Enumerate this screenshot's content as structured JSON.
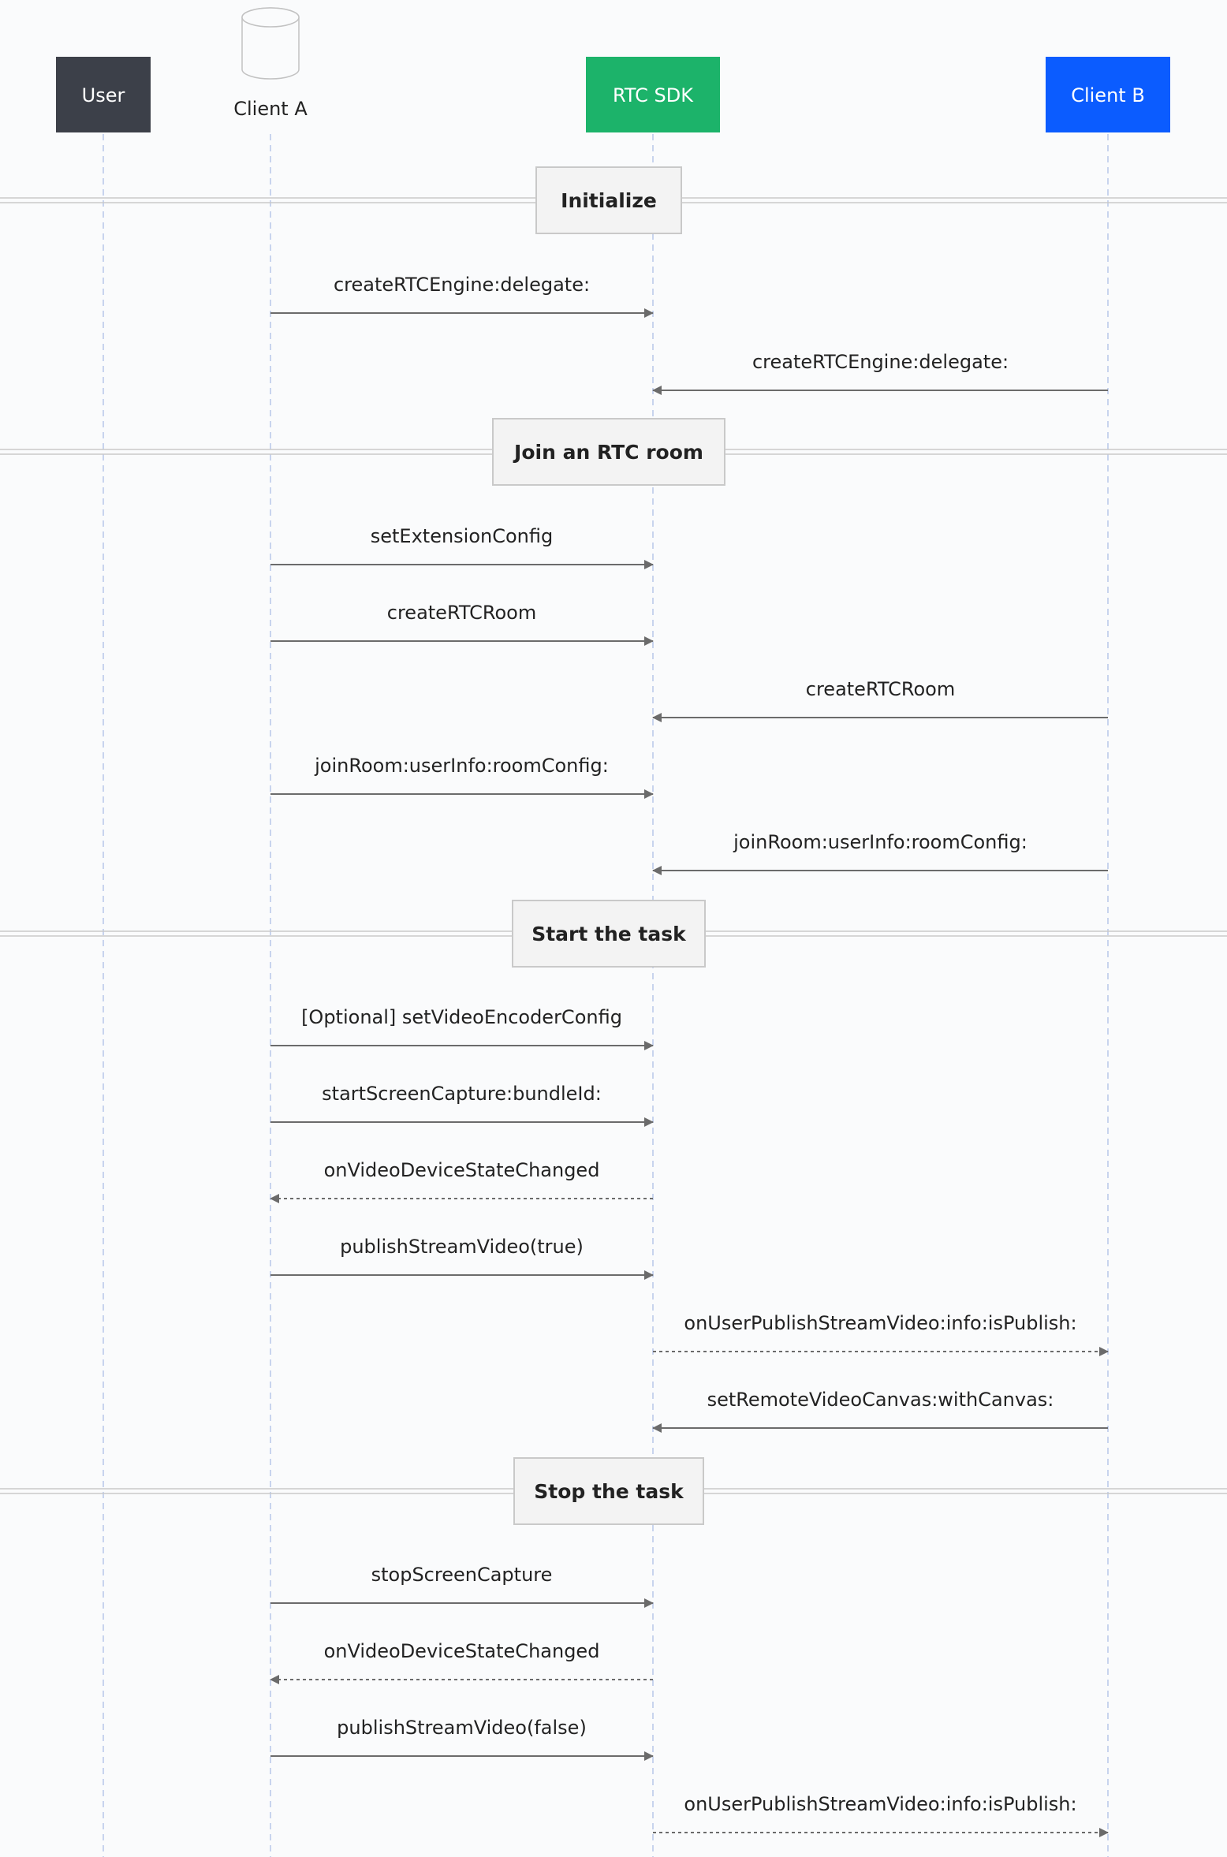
{
  "colors": {
    "user": "#3c4049",
    "rtc_sdk": "#1cb36a",
    "client_b": "#0b5cff",
    "arrow": "#6b6b6b",
    "lifeline": "#b8c7ea",
    "section_fill": "#f3f3f3",
    "section_border": "#c9c9c9"
  },
  "participants": [
    {
      "id": "user",
      "label": "User",
      "style": "box"
    },
    {
      "id": "clientA",
      "label": "Client A",
      "style": "database"
    },
    {
      "id": "sdk",
      "label": "RTC SDK",
      "style": "box"
    },
    {
      "id": "clientB",
      "label": "Client B",
      "style": "box"
    }
  ],
  "steps": [
    {
      "kind": "section",
      "label": "Initialize"
    },
    {
      "kind": "message",
      "label": "createRTCEngine:delegate:",
      "from": "clientA",
      "to": "sdk",
      "dashed": false
    },
    {
      "kind": "message",
      "label": "createRTCEngine:delegate:",
      "from": "clientB",
      "to": "sdk",
      "dashed": false
    },
    {
      "kind": "section",
      "label": "Join an RTC room"
    },
    {
      "kind": "message",
      "label": "setExtensionConfig",
      "from": "clientA",
      "to": "sdk",
      "dashed": false
    },
    {
      "kind": "message",
      "label": "createRTCRoom",
      "from": "clientA",
      "to": "sdk",
      "dashed": false
    },
    {
      "kind": "message",
      "label": "createRTCRoom",
      "from": "clientB",
      "to": "sdk",
      "dashed": false
    },
    {
      "kind": "message",
      "label": "joinRoom:userInfo:roomConfig:",
      "from": "clientA",
      "to": "sdk",
      "dashed": false
    },
    {
      "kind": "message",
      "label": "joinRoom:userInfo:roomConfig:",
      "from": "clientB",
      "to": "sdk",
      "dashed": false
    },
    {
      "kind": "section",
      "label": "Start the task"
    },
    {
      "kind": "message",
      "label": "[Optional] setVideoEncoderConfig",
      "from": "clientA",
      "to": "sdk",
      "dashed": false
    },
    {
      "kind": "message",
      "label": "startScreenCapture:bundleId:",
      "from": "clientA",
      "to": "sdk",
      "dashed": false
    },
    {
      "kind": "message",
      "label": "onVideoDeviceStateChanged",
      "from": "sdk",
      "to": "clientA",
      "dashed": true
    },
    {
      "kind": "message",
      "label": "publishStreamVideo(true)",
      "from": "clientA",
      "to": "sdk",
      "dashed": false
    },
    {
      "kind": "message",
      "label": "onUserPublishStreamVideo:info:isPublish:",
      "from": "sdk",
      "to": "clientB",
      "dashed": true
    },
    {
      "kind": "message",
      "label": "setRemoteVideoCanvas:withCanvas:",
      "from": "clientB",
      "to": "sdk",
      "dashed": false
    },
    {
      "kind": "section",
      "label": "Stop the task"
    },
    {
      "kind": "message",
      "label": "stopScreenCapture",
      "from": "clientA",
      "to": "sdk",
      "dashed": false
    },
    {
      "kind": "message",
      "label": "onVideoDeviceStateChanged",
      "from": "sdk",
      "to": "clientA",
      "dashed": true
    },
    {
      "kind": "message",
      "label": "publishStreamVideo(false)",
      "from": "clientA",
      "to": "sdk",
      "dashed": false
    },
    {
      "kind": "message",
      "label": "onUserPublishStreamVideo:info:isPublish:",
      "from": "sdk",
      "to": "clientB",
      "dashed": true
    }
  ]
}
